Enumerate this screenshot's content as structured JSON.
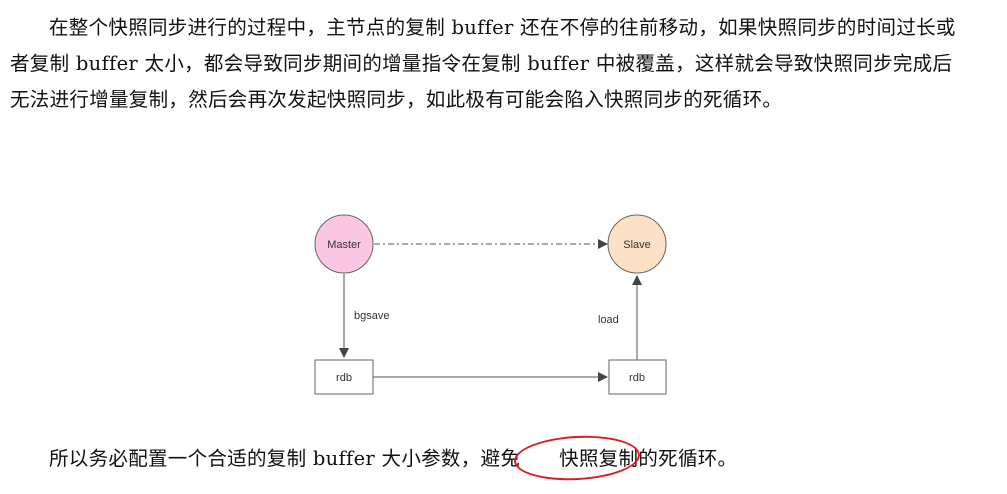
{
  "paragraph1": "在整个快照同步进行的过程中，主节点的复制 buffer 还在不停的往前移动，如果快照同步的时间过长或者复制 buffer 太小，都会导致同步期间的增量指令在复制 buffer 中被覆盖，这样就会导致快照同步完成后无法进行增量复制，然后会再次发起快照同步，如此极有可能会陷入快照同步的死循环。",
  "diagram": {
    "master_label": "Master",
    "slave_label": "Slave",
    "rdb_left_label": "rdb",
    "rdb_right_label": "rdb",
    "bgsave_label": "bgsave",
    "load_label": "load",
    "colors": {
      "master_fill": "#f9c7e3",
      "slave_fill": "#fde1c6",
      "stroke": "#555555",
      "annotation": "#d81e1e"
    }
  },
  "closing": {
    "before": "所以务必配置一个合适的复制 buffer 大小参数，避免",
    "highlighted": "快照复制",
    "after": "的死循环。"
  }
}
